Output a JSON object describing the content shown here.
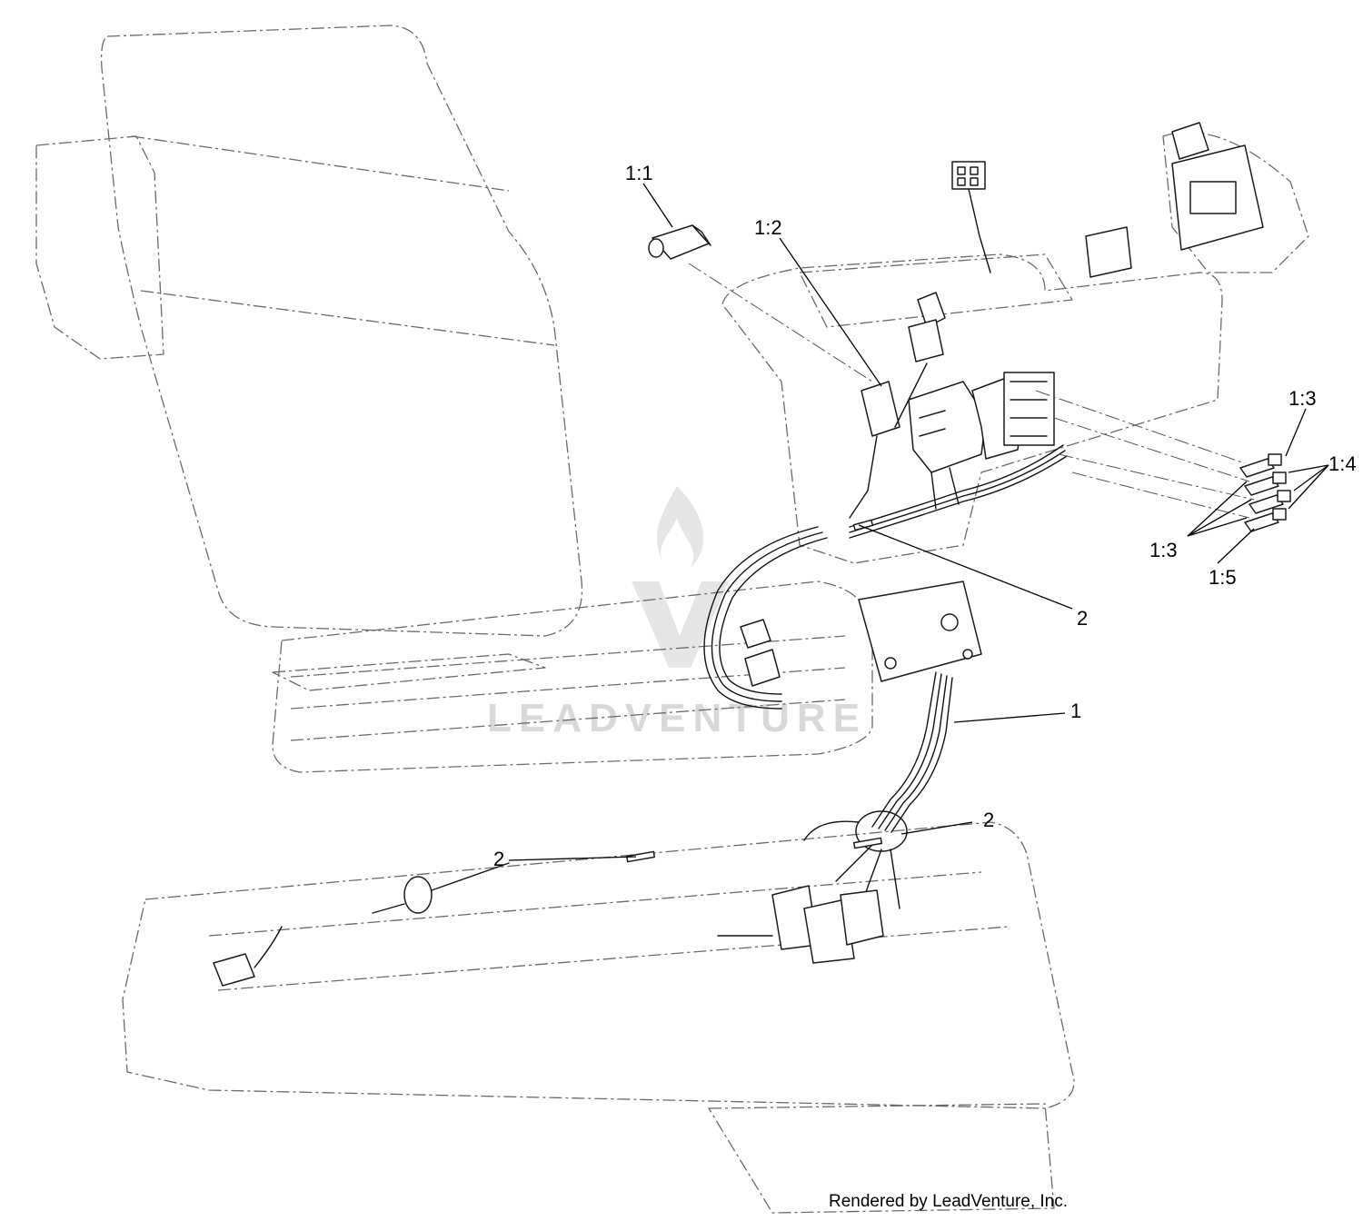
{
  "diagram": {
    "callouts": [
      {
        "id": "1-1",
        "text": "1:1"
      },
      {
        "id": "1-2",
        "text": "1:2"
      },
      {
        "id": "1-3-top",
        "text": "1:3"
      },
      {
        "id": "1-4",
        "text": "1:4"
      },
      {
        "id": "1-3-bottom",
        "text": "1:3"
      },
      {
        "id": "1-5",
        "text": "1:5"
      },
      {
        "id": "2-upper",
        "text": "2"
      },
      {
        "id": "1-main",
        "text": "1"
      },
      {
        "id": "2-right",
        "text": "2"
      },
      {
        "id": "2-left",
        "text": "2"
      }
    ]
  },
  "watermark": {
    "text": "LEADVENTURE"
  },
  "footer": {
    "credit": "Rendered by LeadVenture, Inc."
  }
}
